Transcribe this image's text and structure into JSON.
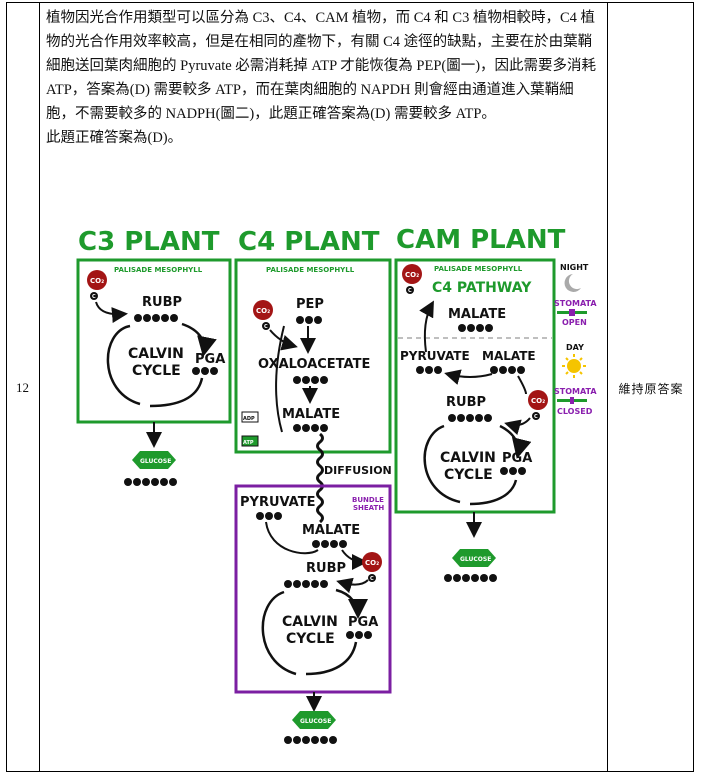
{
  "row": {
    "number": "12",
    "note": "維持原答案",
    "paragraph1": "植物因光合作用類型可以區分為 C3、C4、CAM 植物，而 C4 和 C3 植物相較時，C4 植物的光合作用效率較高，但是在相同的產物下，有關 C4 途徑的缺點，主要在於由葉鞘細胞送回葉肉細胞的 Pyruvate 必需消耗掉 ATP 才能恢復為 PEP(圖一)，因此需要多消耗 ATP，答案為(D) 需要較多 ATP，而在葉肉細胞的 NAPDH 則會經由通道進入葉鞘細胞，不需要較多的 NADPH(圖二)，此題正確答案為(D) 需要較多 ATP。",
    "paragraph2": "此題正確答案為(D)。"
  },
  "diagram": {
    "titles": {
      "c3": "C3 PLANT",
      "c4": "C4 PLANT",
      "cam": "CAM PLANT"
    },
    "c3": {
      "box_label": "PALISADE MESOPHYLL",
      "co2": "CO₂",
      "c": "C",
      "rubp": "RUBP",
      "calvin1": "CALVIN",
      "calvin2": "CYCLE",
      "pga": "PGA",
      "glucose": "GLUCOSE"
    },
    "c4": {
      "box_label": "PALISADE MESOPHYLL",
      "co2": "CO₂",
      "c": "C",
      "pep": "PEP",
      "oxaloacetate": "OXALOACETATE",
      "malate": "MALATE",
      "adp": "ADP",
      "atp": "ATP",
      "diffusion": "DIFFUSION",
      "bundle1": "BUNDLE",
      "bundle2": "SHEATH",
      "pyruvate": "PYRUVATE",
      "malate2": "MALATE",
      "co2b": "CO₂",
      "cb": "C",
      "rubp": "RUBP",
      "calvin1": "CALVIN",
      "calvin2": "CYCLE",
      "pga": "PGA",
      "glucose": "GLUCOSE"
    },
    "cam": {
      "box_label": "PALISADE MESOPHYLL",
      "co2": "CO₂",
      "c": "C",
      "pathway": "C4 PATHWAY",
      "malate": "MALATE",
      "pyruvate": "PYRUVATE",
      "malate2": "MALATE",
      "night": "NIGHT",
      "stomata_open1": "STOMATA",
      "stomata_open2": "OPEN",
      "day": "DAY",
      "stomata_closed1": "STOMATA",
      "stomata_closed2": "CLOSED",
      "rubp": "RUBP",
      "co2b": "CO₂",
      "cb": "C",
      "calvin1": "CALVIN",
      "calvin2": "CYCLE",
      "pga": "PGA",
      "glucose": "GLUCOSE"
    },
    "colors": {
      "green": "#1e9a2c",
      "purple": "#7b1fa2",
      "co2": "#a31515",
      "sun": "#f5c400"
    }
  }
}
